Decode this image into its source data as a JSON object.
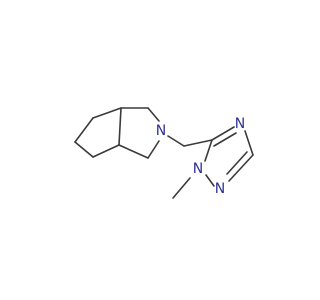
{
  "molecule": {
    "atoms": {
      "n_pyrrolidine": "N",
      "n_triazole_4": "N",
      "n_triazole_1": "N",
      "n_triazole_2": "N"
    }
  }
}
